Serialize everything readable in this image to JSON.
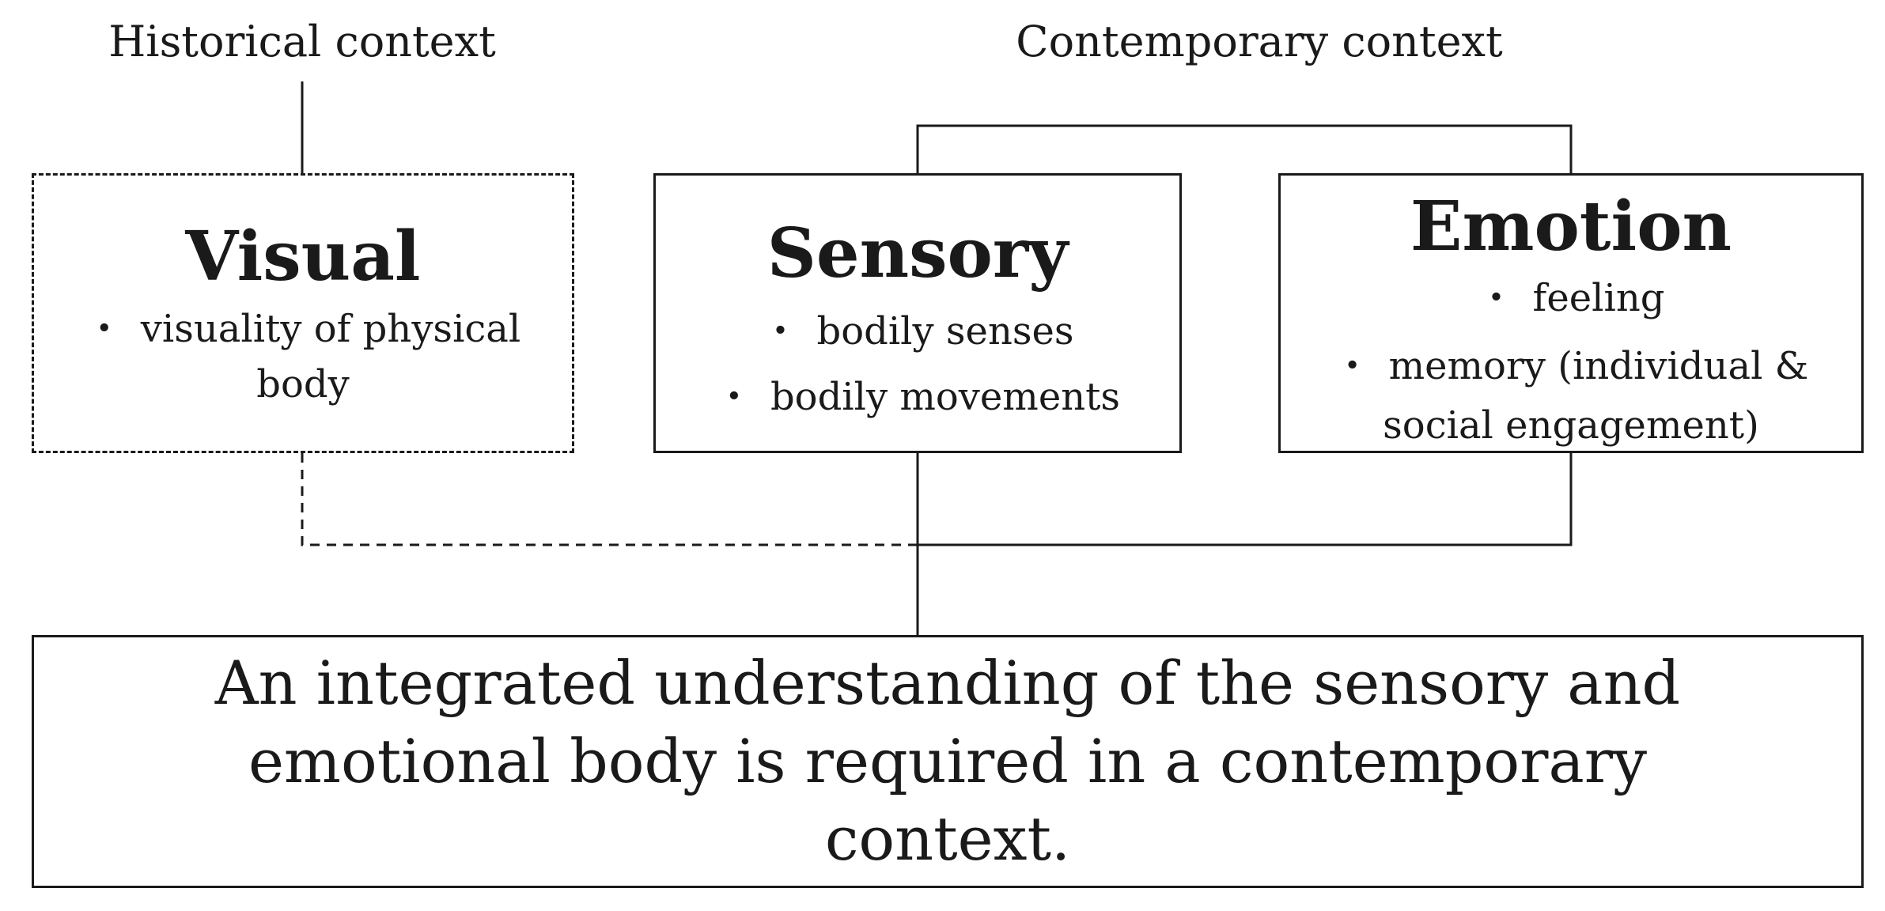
{
  "historical_context_label": "Historical context",
  "contemporary_context_label": "Contemporary context",
  "visual_box": {
    "title": "Visual",
    "bullets": [
      "visuality of physical body"
    ]
  },
  "sensory_box": {
    "title": "Sensory",
    "bullets": [
      "bodily senses",
      "bodily movements"
    ]
  },
  "emotion_box": {
    "title": "Emotion",
    "bullets": [
      "feeling",
      "memory (individual & social engagement)"
    ]
  },
  "bullet_glyph": "・",
  "conclusion": "An integrated understanding of the sensory and emotional body is required in a contemporary context.",
  "colors": {
    "line": "#1a1a1a",
    "background": "#ffffff"
  }
}
